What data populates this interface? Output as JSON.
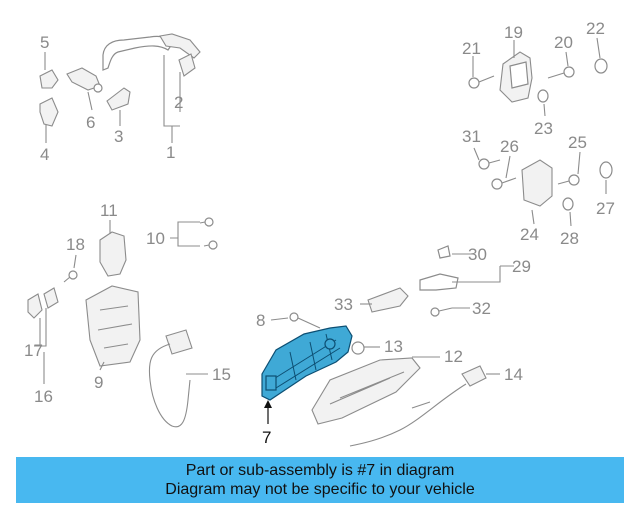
{
  "callouts": [
    "1",
    "2",
    "3",
    "4",
    "5",
    "6",
    "7",
    "8",
    "9",
    "10",
    "11",
    "12",
    "13",
    "14",
    "15",
    "16",
    "17",
    "18",
    "19",
    "20",
    "21",
    "22",
    "23",
    "24",
    "25",
    "26",
    "27",
    "28",
    "29",
    "30",
    "31",
    "32",
    "33"
  ],
  "highlighted_part": "7",
  "banner": {
    "line1": "Part or sub-assembly is #7 in diagram",
    "line2": "Diagram may not be specific to your vehicle"
  },
  "colors": {
    "highlight_fill": "#3fa9d6",
    "banner_bg": "#48b8f0",
    "line_gray": "#8c8c8c"
  }
}
